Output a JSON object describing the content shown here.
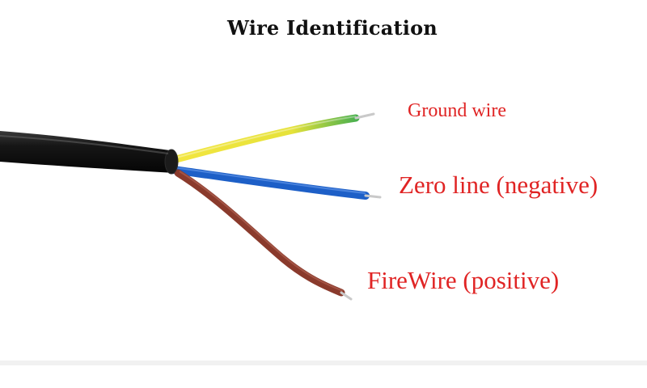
{
  "title": "Wire Identification",
  "labels": {
    "ground": "Ground wire",
    "zero": "Zero line (negative)",
    "fire": "FireWire (positive)"
  },
  "colors": {
    "label_red": "#e02424",
    "cable_black": "#121212",
    "ground_yellow": "#f0e33a",
    "ground_green": "#3aa84a",
    "zero_blue": "#1d5fc7",
    "fire_brown": "#8a3a2c",
    "copper": "#c9c9c9"
  }
}
